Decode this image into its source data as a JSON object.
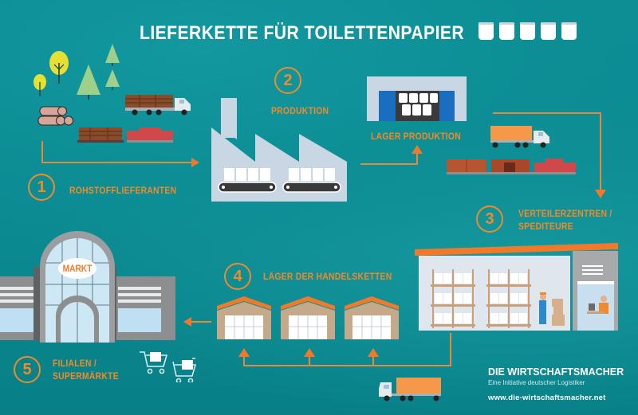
{
  "header": {
    "title": "LIEFERKETTE FÜR TOILETTENPAPIER",
    "roll_icon_count": 5
  },
  "steps": [
    {
      "number": "1",
      "label": "ROHSTOFFLIEFERANTEN"
    },
    {
      "number": "2",
      "label": "PRODUKTION"
    },
    {
      "number": "3",
      "label_line1": "VERTEILERZENTREN /",
      "label_line2": "SPEDITEURE"
    },
    {
      "number": "4",
      "label": "LÄGER DER HANDELSKETTEN"
    },
    {
      "number": "5",
      "label_line1": "FILIALEN /",
      "label_line2": "SUPERMÄRKTE"
    }
  ],
  "labels": {
    "lager_produktion": "LAGER PRODUKTION",
    "markt_sign": "MARKT"
  },
  "footer": {
    "brand_name": "DIE WIRTSCHAFTSMACHER",
    "brand_subtitle": "Eine Initiative deutscher Logistiker",
    "url": "www.die-wirtschaftsmacher.net"
  },
  "colors": {
    "background": "#0b8a91",
    "accent_orange": "#f08a2a",
    "building_light": "#c9d6e3",
    "warehouse_blue": "#1a6ec0",
    "shed_beige": "#c4a98a",
    "wood_brown": "#8a4b2a",
    "train_red": "#d0494a"
  }
}
